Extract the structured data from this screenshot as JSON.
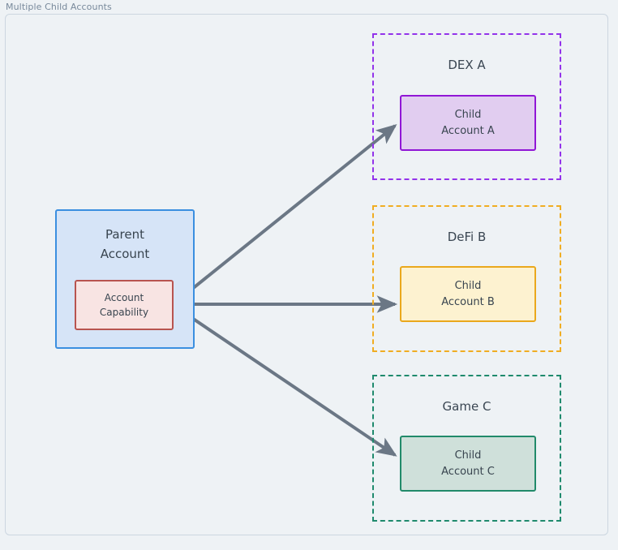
{
  "diagram": {
    "title": "Multiple Child Accounts",
    "background_color": "#eef2f5",
    "frame_border_color": "#ccd6e0",
    "title_color": "#78899b"
  },
  "parent": {
    "label_line1": "Parent",
    "label_line2": "Account",
    "fill_color": "#d6e4f7",
    "border_color": "#3b8fe0",
    "capability": {
      "label_line1": "Account",
      "label_line2": "Capability",
      "fill_color": "#f8e4e3",
      "border_color": "#b85450"
    }
  },
  "groups": [
    {
      "title": "DEX A",
      "border_color": "#9333ea",
      "child": {
        "label_line1": "Child",
        "label_line2": "Account A",
        "fill_color": "#e1cdf0",
        "border_color": "#9016d6"
      }
    },
    {
      "title": "DeFi B",
      "border_color": "#f0ad22",
      "child": {
        "label_line1": "Child",
        "label_line2": "Account B",
        "fill_color": "#fdf2d0",
        "border_color": "#eaa81c"
      }
    },
    {
      "title": "Game C",
      "border_color": "#1f8a6d",
      "child": {
        "label_line1": "Child",
        "label_line2": "Account C",
        "fill_color": "#cfe0da",
        "border_color": "#218a6a"
      }
    }
  ],
  "connections": {
    "color": "#6b7785",
    "edges": [
      {
        "name": "capability-to-child-a",
        "from": "Account Capability",
        "to": "Child Account A"
      },
      {
        "name": "capability-to-child-b",
        "from": "Account Capability",
        "to": "Child Account B"
      },
      {
        "name": "capability-to-child-c",
        "from": "Account Capability",
        "to": "Child Account C"
      }
    ]
  }
}
